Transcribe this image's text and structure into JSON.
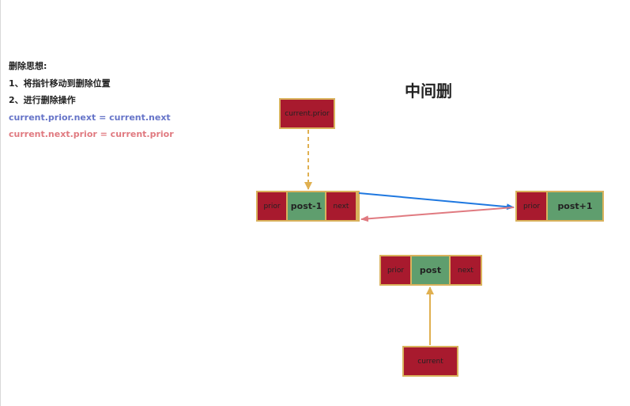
{
  "notes": {
    "heading": "删除思想:",
    "step1": "1、将指针移动到删除位置",
    "step2": "2、进行删除操作",
    "code1": "current.prior.next = current.next",
    "code2": "current.next.prior = current.prior"
  },
  "title": "中间删",
  "labels": {
    "current_prior": "current.prior",
    "current": "current"
  },
  "nodes": {
    "prev": {
      "prior": "prior",
      "data": "post-1",
      "next": "next"
    },
    "next_node": {
      "prior": "prior",
      "data": "post+1"
    },
    "target": {
      "prior": "prior",
      "data": "post",
      "next": "next"
    }
  },
  "colors": {
    "node_pointer": "#a81a2e",
    "node_data": "#5f9e6e",
    "border": "#d9b25c",
    "arrow_blue": "#1f78e0",
    "arrow_red": "#e07a80",
    "arrow_gold": "#e0b050"
  }
}
